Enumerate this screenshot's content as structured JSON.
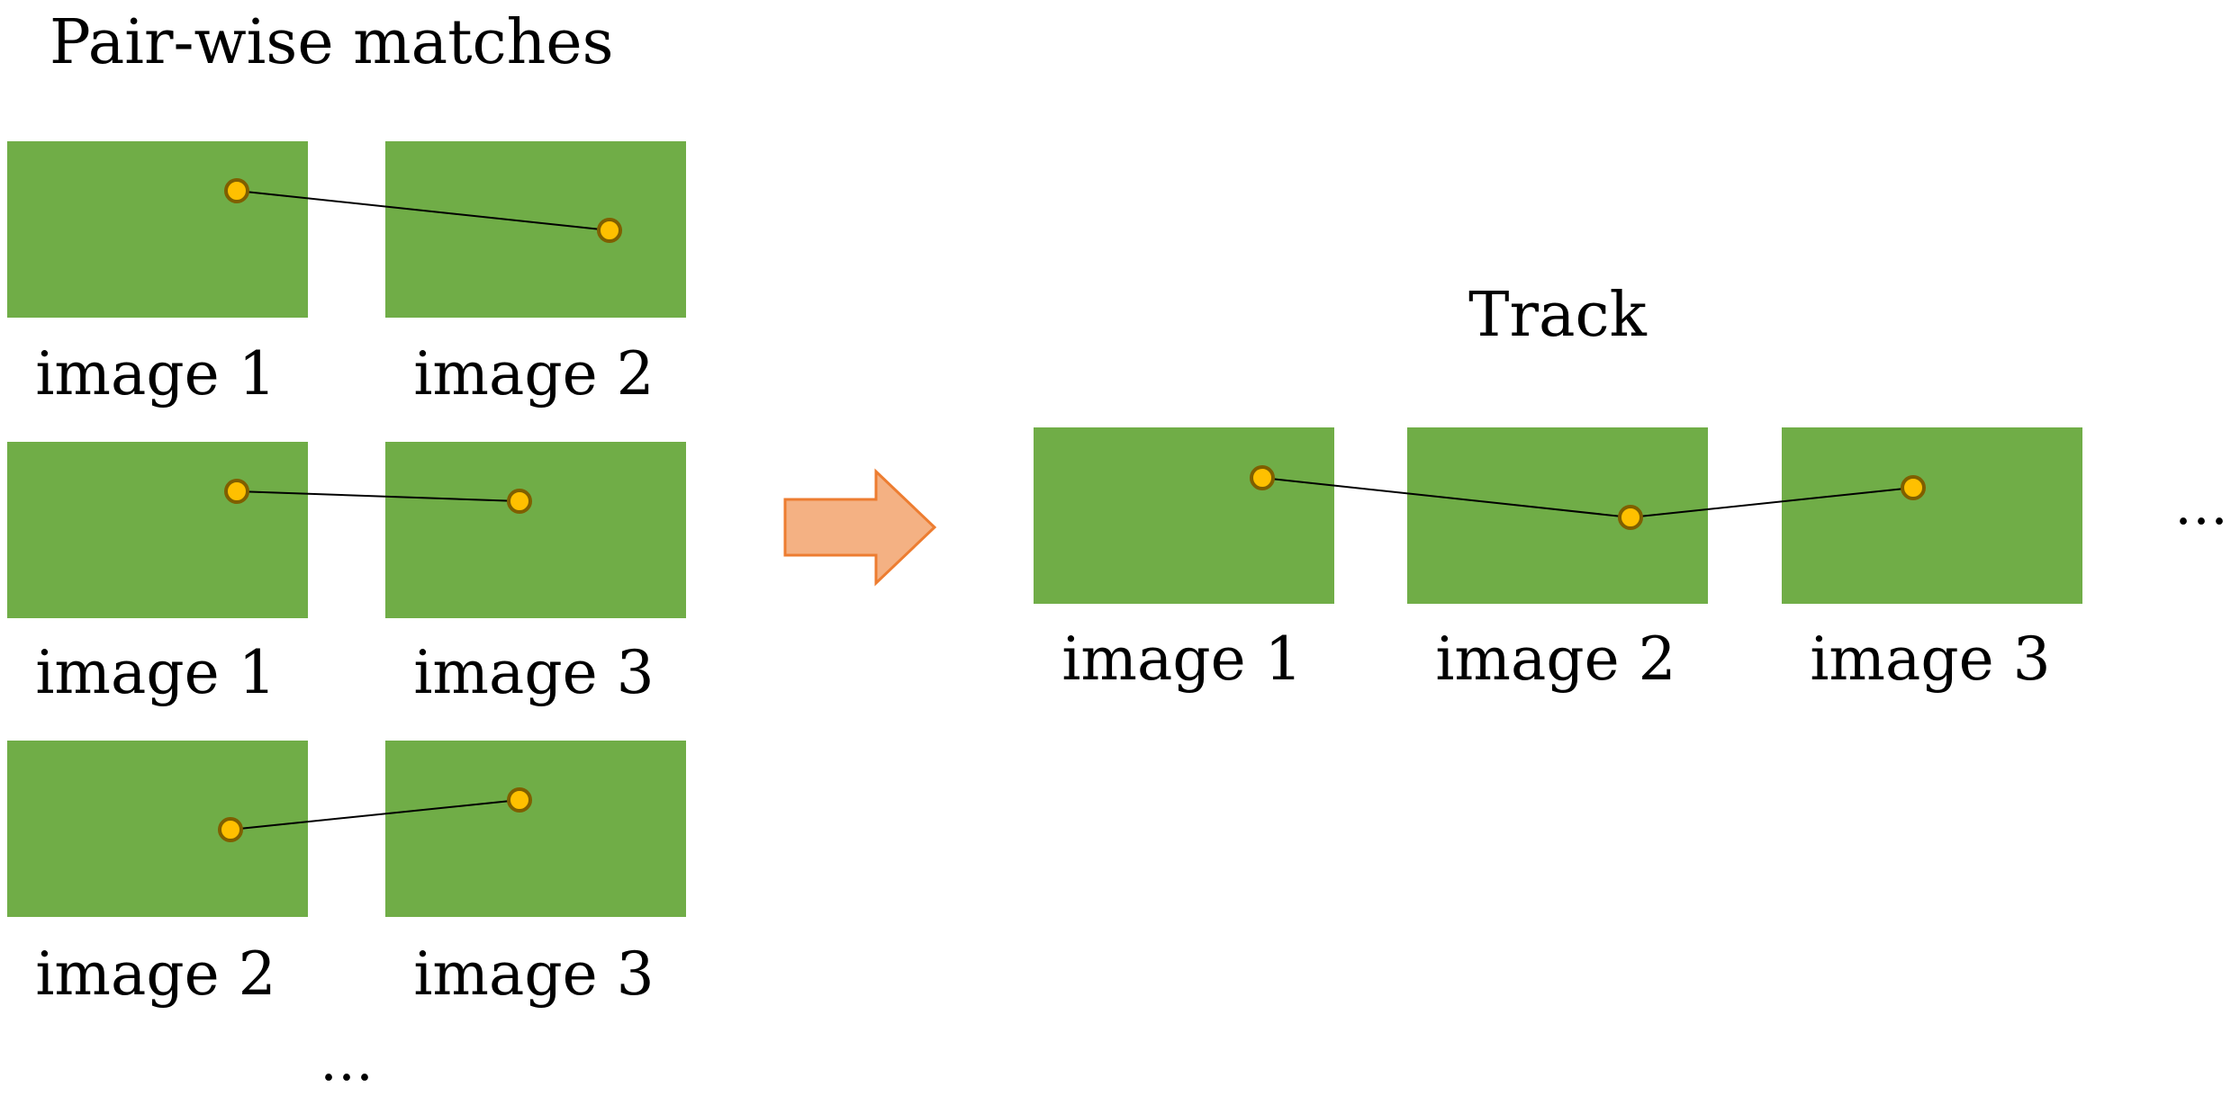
{
  "title_left": "Pair-wise matches",
  "title_right": "Track",
  "ellipsis_bottom": "…",
  "ellipsis_right": "…",
  "colors": {
    "image_fill": "#70AD47",
    "point_fill": "#FFC000",
    "point_stroke": "#7F5F00",
    "line": "#000000",
    "arrow_fill": "#F4B183",
    "arrow_stroke": "#ED7D31"
  },
  "pairs": [
    {
      "left_label": "image 1",
      "right_label": "image 2"
    },
    {
      "left_label": "image 1",
      "right_label": "image 3"
    },
    {
      "left_label": "image 2",
      "right_label": "image 3"
    }
  ],
  "track": [
    {
      "label": "image 1"
    },
    {
      "label": "image 2"
    },
    {
      "label": "image 3"
    }
  ]
}
